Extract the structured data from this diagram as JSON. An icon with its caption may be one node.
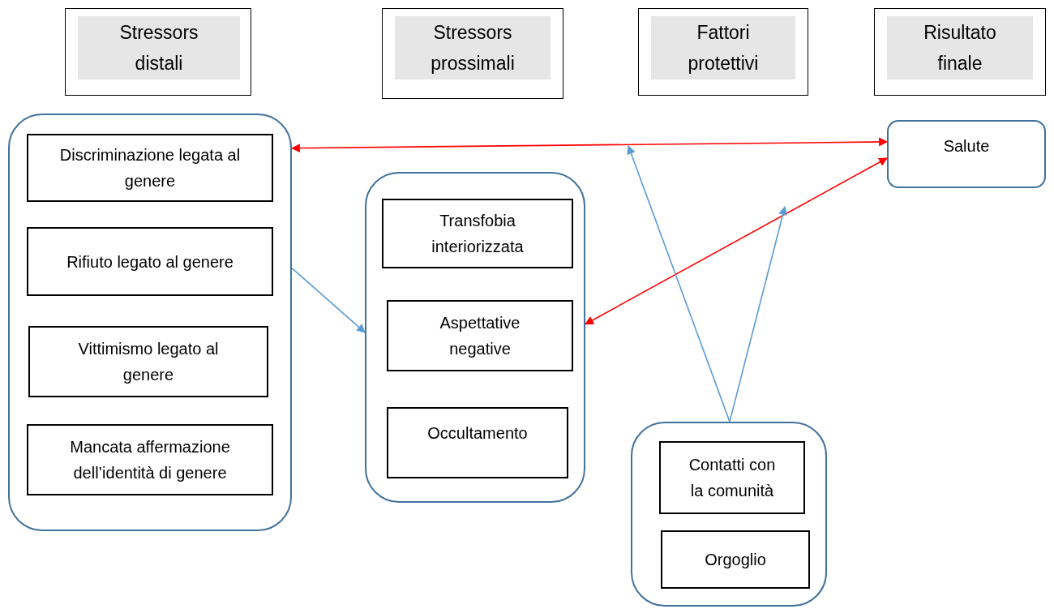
{
  "diagram": {
    "nodes": [
      {
        "text": [
          "Stressors distali"
        ]
      },
      {
        "text": [
          "Stressors prossimali"
        ]
      },
      {
        "text": [
          "Fattori protettivi"
        ]
      },
      {
        "text": [
          "Risultato finale"
        ]
      },
      {
        "text": [],
        "shape": "box"
      },
      {
        "text": [
          "Discriminazione legata al genere"
        ],
        "in": 4
      },
      {
        "text": [
          "Rifiuto legato al genere"
        ],
        "in": 4
      },
      {
        "text": [
          "Vittimismo legato al genere"
        ],
        "in": 4
      },
      {
        "text": [
          "Mancata affermazione dell’identità di genere"
        ],
        "in": 4
      },
      {
        "text": [],
        "shape": "box"
      },
      {
        "text": [
          "Transfobia interiorizzata"
        ],
        "in": 9
      },
      {
        "text": [
          "Aspettative negative"
        ],
        "in": 9
      },
      {
        "text": [
          "Occultamento"
        ],
        "in": 9
      },
      {
        "text": [
          "Salute"
        ]
      },
      {
        "text": [],
        "shape": "box"
      },
      {
        "text": [
          "Contatti con la comunità"
        ],
        "in": 14
      },
      {
        "text": [
          "Orgoglio"
        ],
        "in": 14
      }
    ],
    "edges": [
      {
        "from": 4,
        "to": 13,
        "arrow": "both",
        "color": "#ff0000"
      },
      {
        "from": 9,
        "to": 13,
        "arrow": "both",
        "color": "#ff0000"
      },
      {
        "from": 4,
        "to": 9,
        "arrow": "to"
      },
      {
        "from": 14,
        "to": null,
        "arrow": "to"
      },
      {
        "from": 14,
        "to": null,
        "arrow": "to"
      }
    ]
  }
}
